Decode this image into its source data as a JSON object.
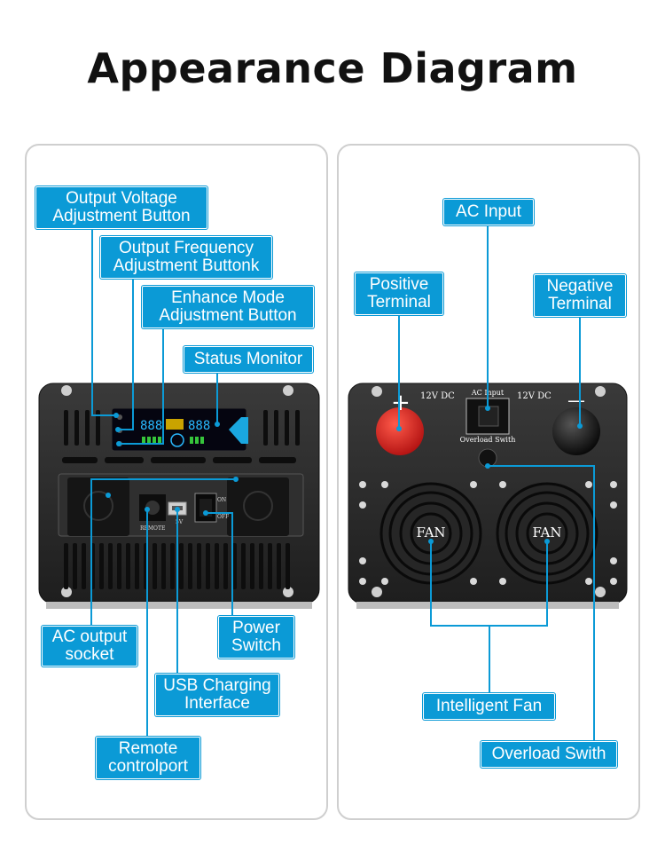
{
  "title": "Appearance Diagram",
  "left_panel": {
    "labels": {
      "voltage_btn": "Output Voltage Adjustment Button",
      "freq_btn": "Output Frequency Adjustment Buttonk",
      "mode_btn": "Enhance Mode Adjustment Button",
      "status_monitor": "Status Monitor",
      "ac_output": "AC output socket",
      "power_switch": "Power Switch",
      "usb": "USB Charging Interface",
      "remote": "Remote controlport"
    },
    "device_text": {
      "remote": "REMOTE",
      "usb_v": "5V",
      "on": "ON",
      "off": "OFF",
      "lcd_left": "888",
      "lcd_right": "888"
    }
  },
  "right_panel": {
    "labels": {
      "ac_input": "AC Input",
      "positive": "Positive Terminal",
      "negative": "Negative Terminal",
      "fan": "Intelligent Fan",
      "overload": "Overload Swith"
    },
    "device_text": {
      "plus": "+",
      "minus": "—",
      "v_left": "12V DC",
      "v_right": "12V DC",
      "ac_input": "AC Input",
      "overload": "Overload Swith",
      "fan1": "FAN",
      "fan2": "FAN"
    }
  },
  "colors": {
    "accent": "#0b9ad6",
    "device": "#2a2a2a",
    "red_terminal": "#d61f1f"
  }
}
